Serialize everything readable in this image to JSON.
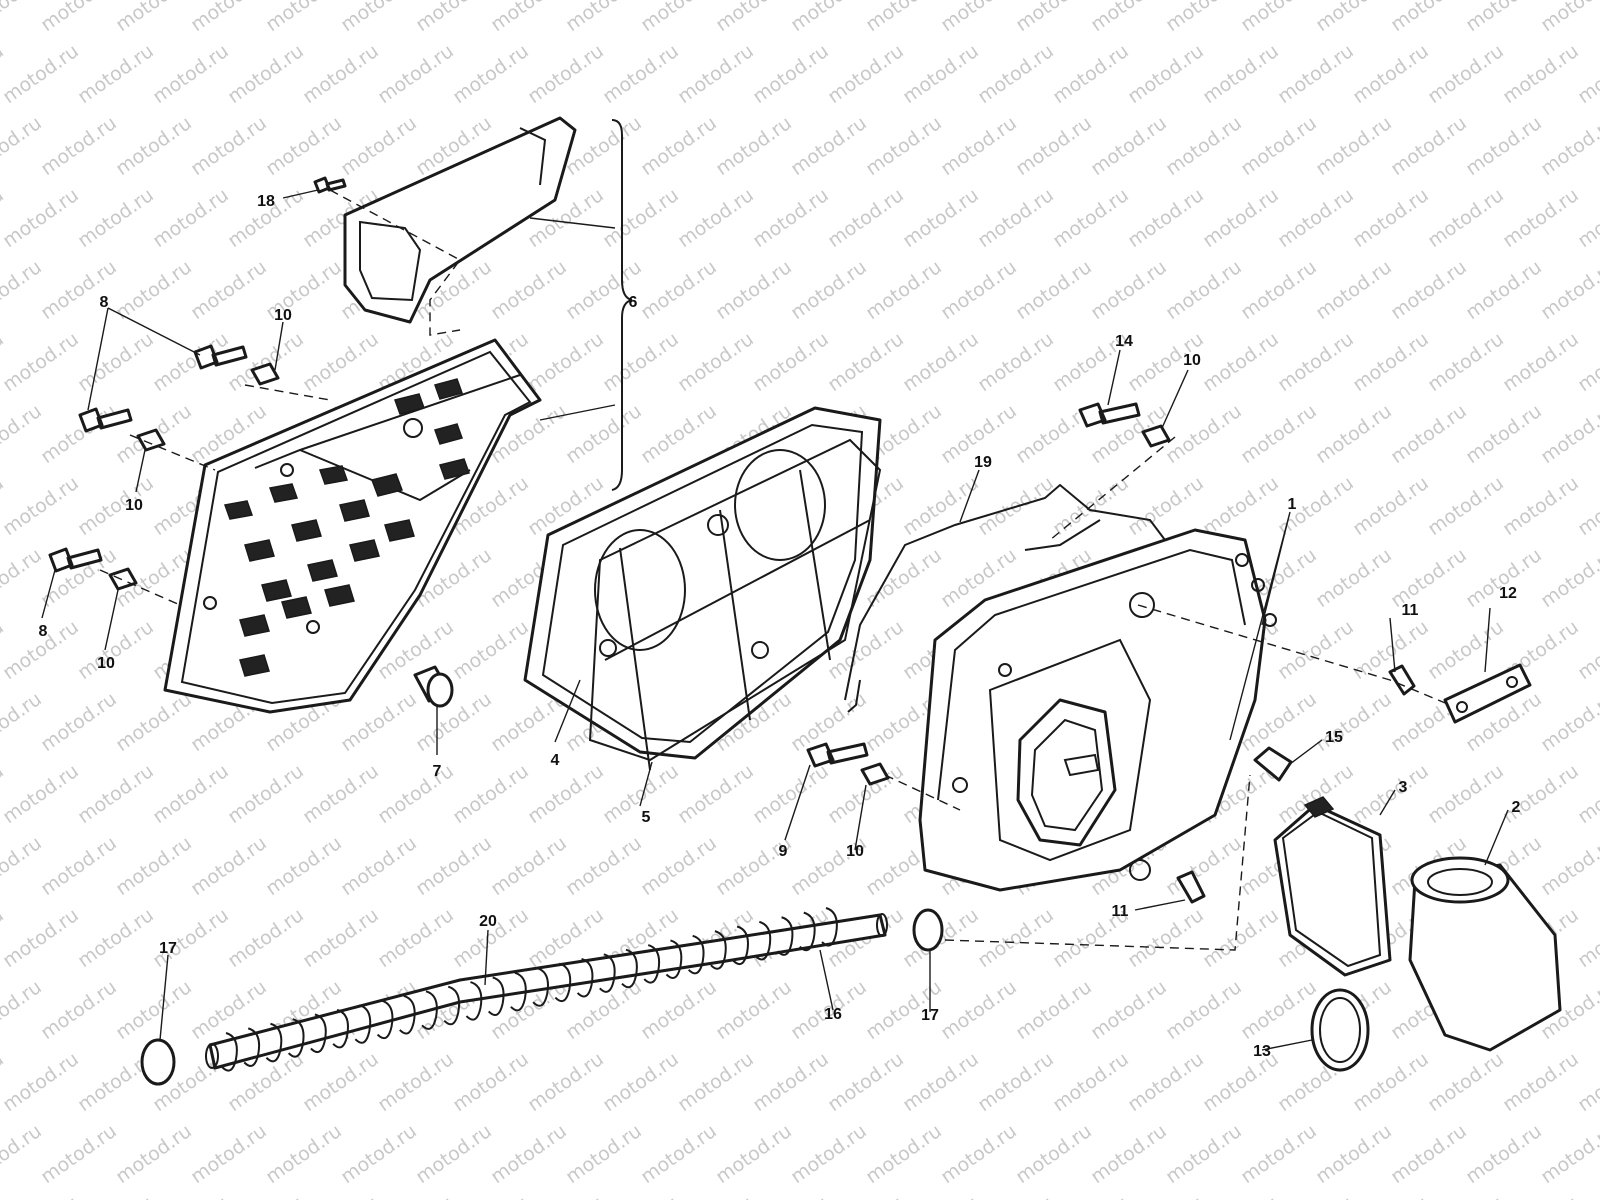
{
  "watermark": {
    "text": "motod.ru",
    "color": "#c8c8c8"
  },
  "callouts": [
    {
      "id": "c1",
      "label": "1"
    },
    {
      "id": "c2",
      "label": "2"
    },
    {
      "id": "c3",
      "label": "3"
    },
    {
      "id": "c4",
      "label": "4"
    },
    {
      "id": "c5",
      "label": "5"
    },
    {
      "id": "c6",
      "label": "6"
    },
    {
      "id": "c7",
      "label": "7"
    },
    {
      "id": "c8a",
      "label": "8"
    },
    {
      "id": "c8b",
      "label": "8"
    },
    {
      "id": "c8c",
      "label": "8"
    },
    {
      "id": "c9",
      "label": "9"
    },
    {
      "id": "c10a",
      "label": "10"
    },
    {
      "id": "c10b",
      "label": "10"
    },
    {
      "id": "c10c",
      "label": "10"
    },
    {
      "id": "c10d",
      "label": "10"
    },
    {
      "id": "c10e",
      "label": "10"
    },
    {
      "id": "c11a",
      "label": "11"
    },
    {
      "id": "c11b",
      "label": "11"
    },
    {
      "id": "c12",
      "label": "12"
    },
    {
      "id": "c13",
      "label": "13"
    },
    {
      "id": "c14",
      "label": "14"
    },
    {
      "id": "c15",
      "label": "15"
    },
    {
      "id": "c16",
      "label": "16"
    },
    {
      "id": "c17a",
      "label": "17"
    },
    {
      "id": "c17b",
      "label": "17"
    },
    {
      "id": "c18",
      "label": "18"
    },
    {
      "id": "c19",
      "label": "19"
    },
    {
      "id": "c20",
      "label": "20"
    }
  ]
}
